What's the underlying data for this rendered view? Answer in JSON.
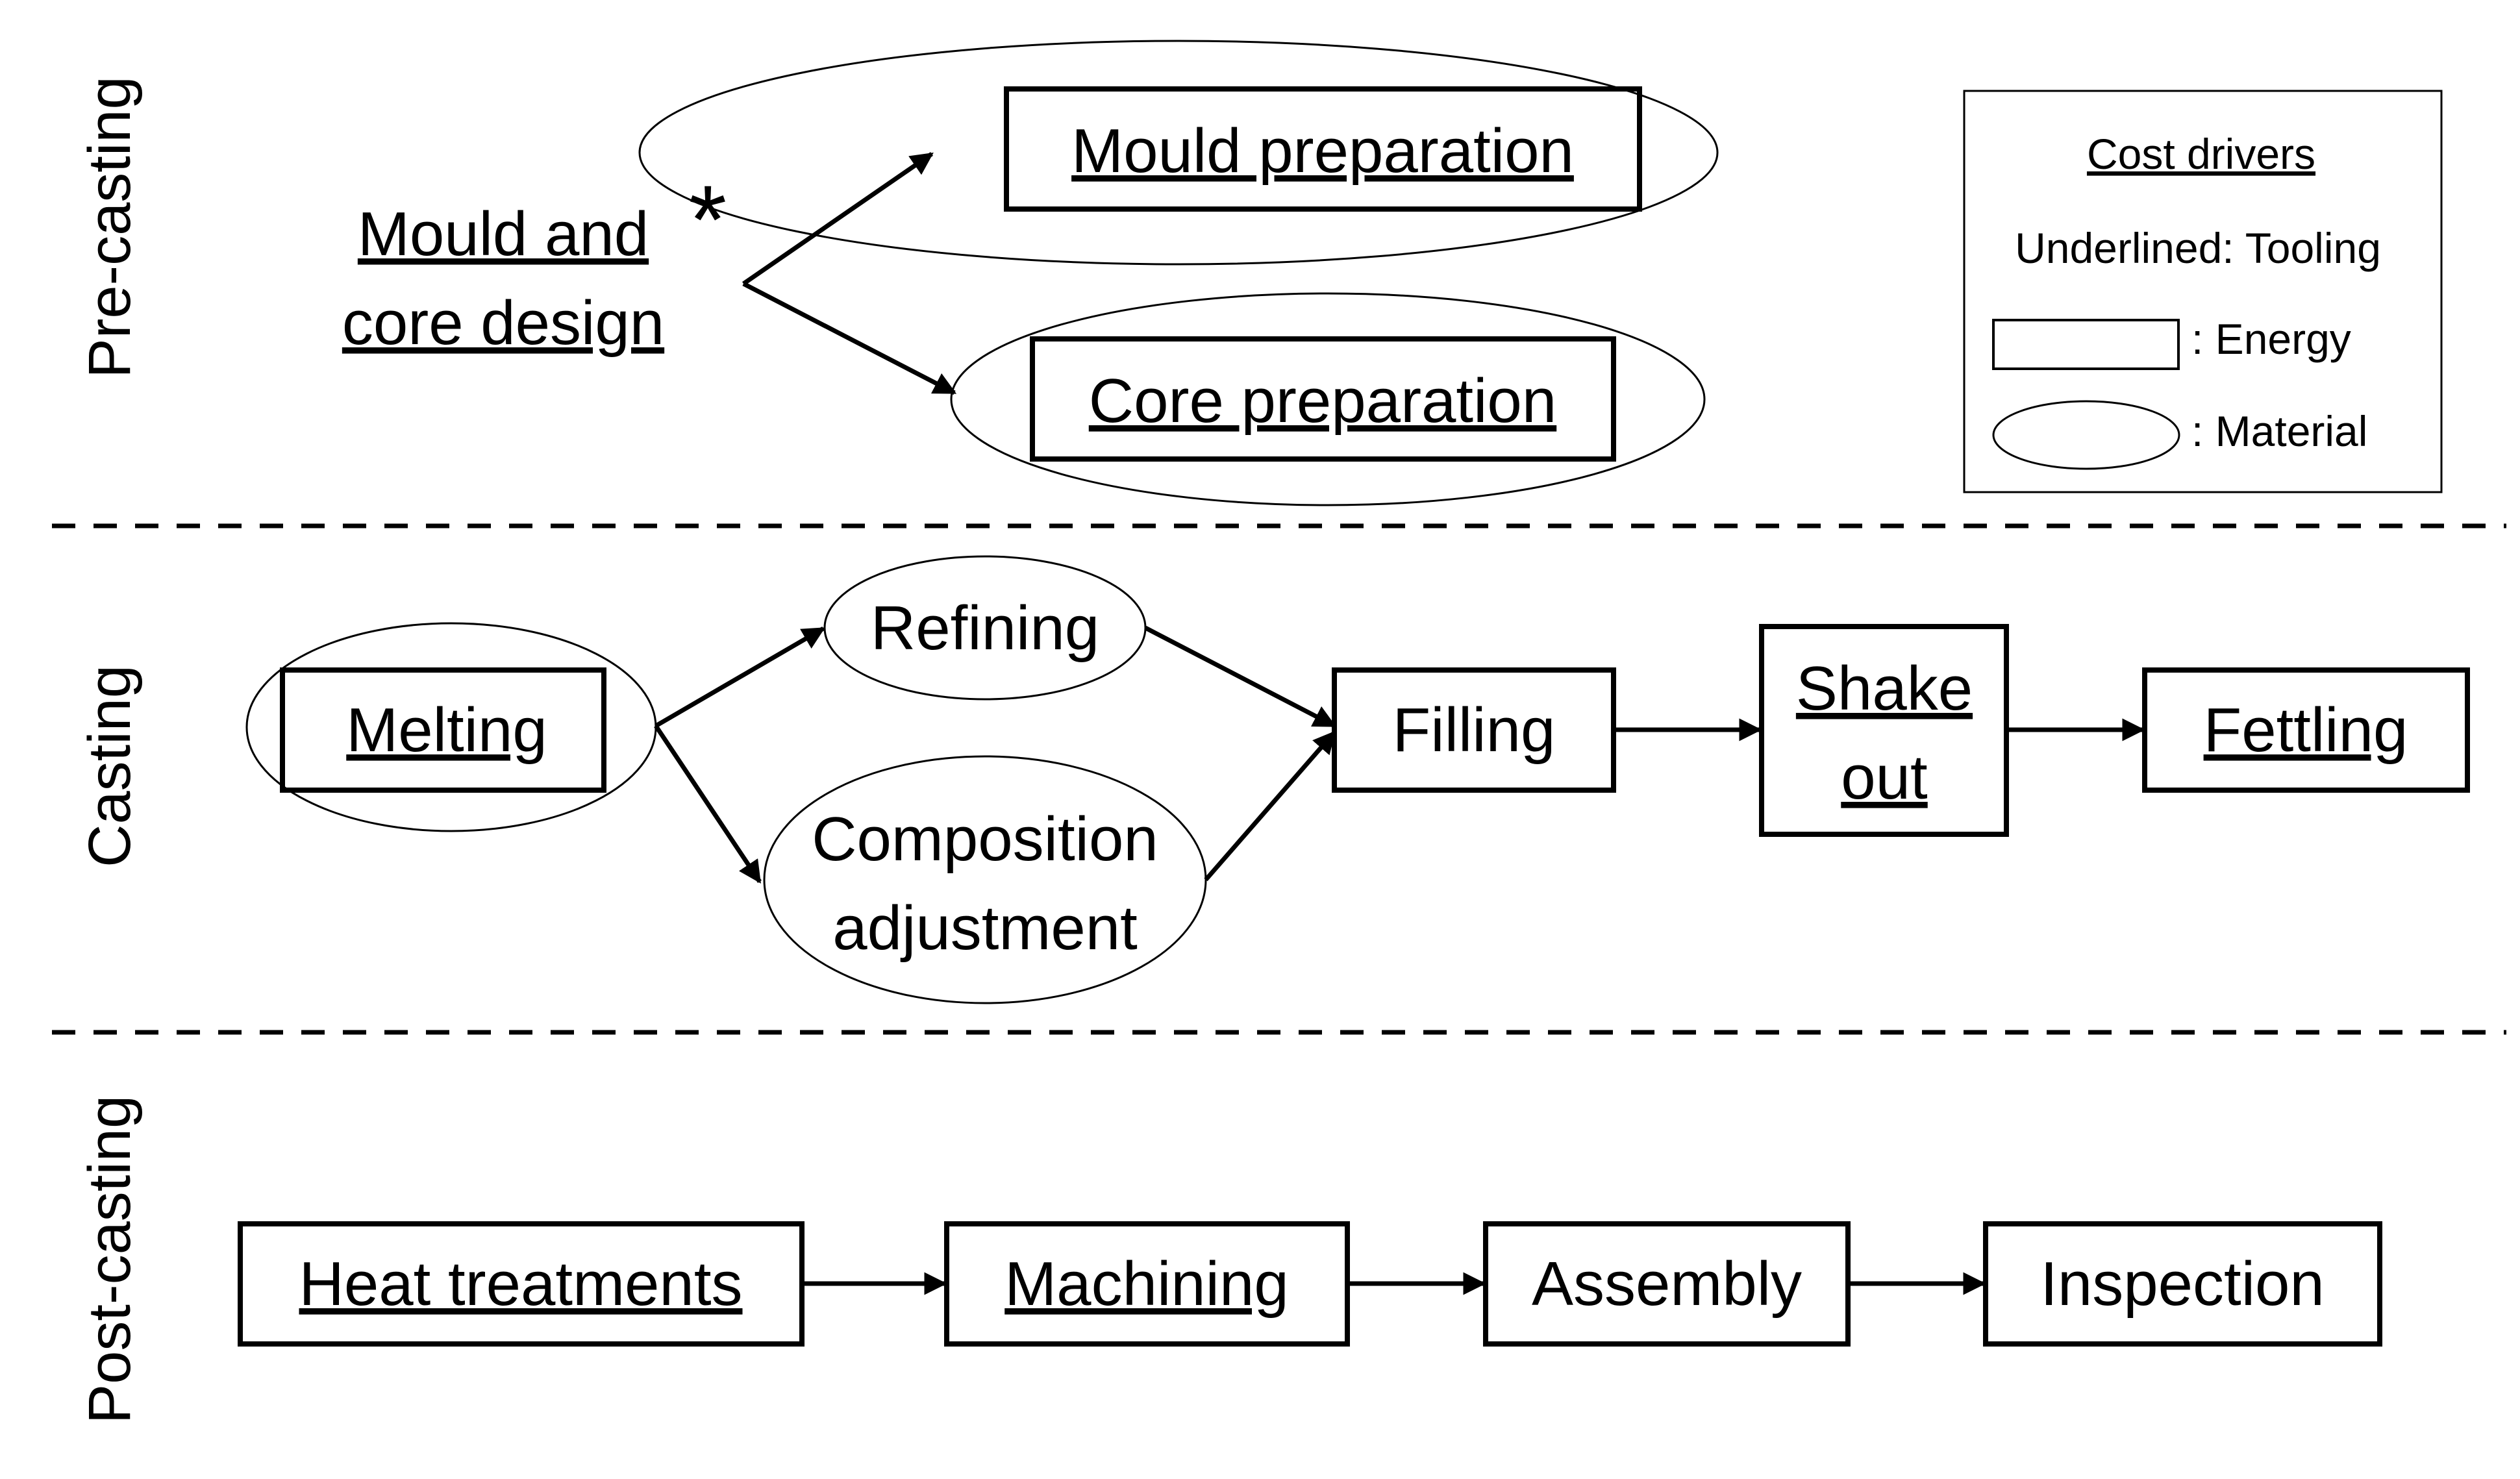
{
  "stages": {
    "pre_casting": "Pre-casting",
    "casting": "Casting",
    "post_casting": "Post-casting"
  },
  "nodes": {
    "design_line1": "Mould and",
    "design_line2": "core design",
    "design_mark": "*",
    "mould_preparation": "Mould preparation",
    "core_preparation": "Core preparation",
    "melting": "Melting",
    "refining": "Refining",
    "composition_line1": "Composition",
    "composition_line2": "adjustment",
    "filling": "Filling",
    "shake_line1": "Shake",
    "shake_line2": "out",
    "fettling": "Fettling",
    "heat_treatments": "Heat treatments",
    "machining": "Machining",
    "assembly": "Assembly",
    "inspection": "Inspection"
  },
  "legend": {
    "title": "Cost drivers",
    "tooling": "Underlined: Tooling",
    "energy": ": Energy",
    "material": ": Material"
  }
}
